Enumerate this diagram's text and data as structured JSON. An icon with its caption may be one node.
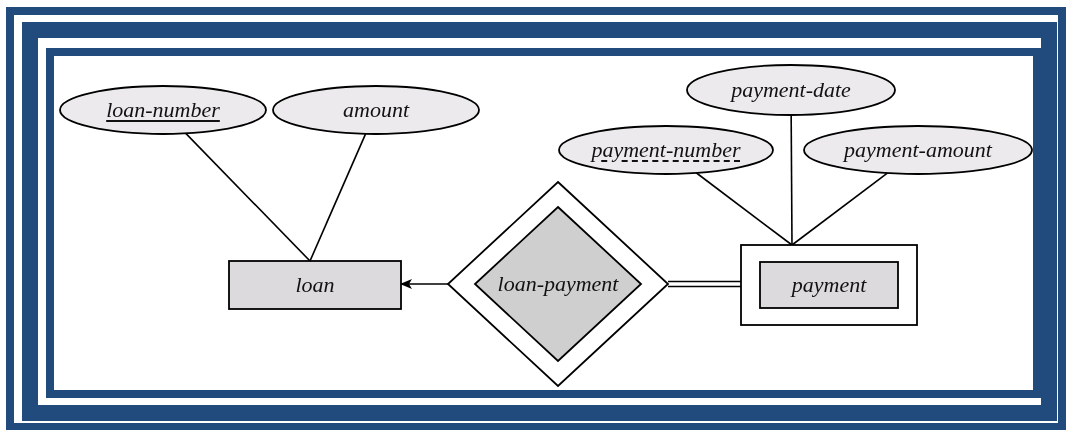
{
  "diagram": {
    "nodes": [
      {
        "text": [
          "loan-number"
        ]
      },
      {
        "text": [
          "amount"
        ]
      },
      {
        "text": [
          "payment-date"
        ]
      },
      {
        "text": [
          "payment-number"
        ]
      },
      {
        "text": [
          "payment-amount"
        ]
      },
      {
        "text": [
          "loan"
        ]
      },
      {
        "text": [
          "loan-payment"
        ]
      },
      {
        "text": [
          "payment"
        ]
      }
    ],
    "edges": [
      {
        "from": 0,
        "to": 5,
        "arrow": "none"
      },
      {
        "from": 1,
        "to": 5,
        "arrow": "none"
      },
      {
        "from": 2,
        "to": 7,
        "arrow": "none"
      },
      {
        "from": 3,
        "to": 7,
        "arrow": "none"
      },
      {
        "from": 4,
        "to": 7,
        "arrow": "none"
      },
      {
        "from": 6,
        "to": 5,
        "arrow": "to"
      },
      {
        "from": 6,
        "to": 7,
        "arrow": "none"
      }
    ]
  }
}
